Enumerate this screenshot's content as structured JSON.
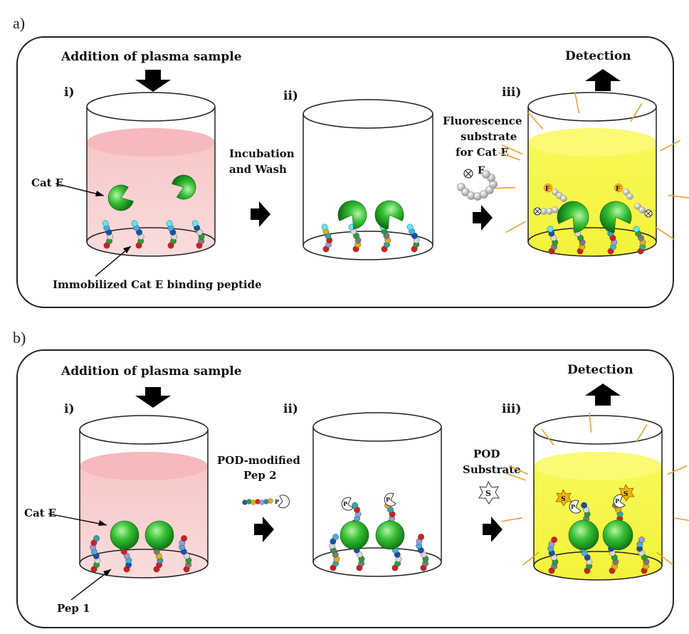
{
  "panel_a": {
    "letter": "a)",
    "addition_label": "Addition of plasma sample",
    "detection_label": "Detection",
    "step_labels": [
      "i)",
      "ii)",
      "iii)"
    ],
    "cat_e_label": "Cat E",
    "immobilized_label": "Immobilized Cat E binding peptide",
    "incubation_line1": "Incubation",
    "incubation_line2": "and Wash",
    "substrate_line1": "Fluorescence",
    "substrate_line2": "substrate",
    "substrate_line3": "for Cat E",
    "fluor_symbol": "F"
  },
  "panel_b": {
    "letter": "b)",
    "addition_label": "Addition of plasma sample",
    "detection_label": "Detection",
    "step_labels": [
      "i)",
      "ii)",
      "iii)"
    ],
    "cat_e_label": "Cat E",
    "pep1_label": "Pep 1",
    "pod_line1": "POD-modified",
    "pod_line2": "Pep 2",
    "pod_sub_line1": "POD",
    "pod_sub_line2": "Substrate",
    "substrate_symbol": "S",
    "pod_symbol": "P"
  },
  "colors": {
    "plasma_pink": "#f6c9c9",
    "yellow": "#f4f43a",
    "enzyme_green": "#2db82d",
    "ray_orange": "#f0a030"
  }
}
